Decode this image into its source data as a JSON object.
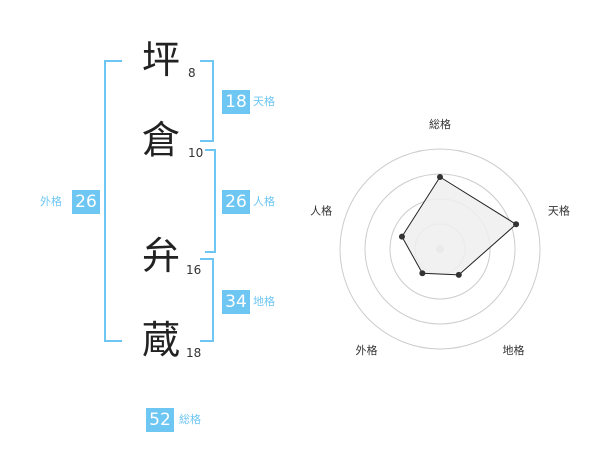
{
  "name": {
    "chars": [
      {
        "char": "坪",
        "strokes": "8"
      },
      {
        "char": "倉",
        "strokes": "10"
      },
      {
        "char": "弁",
        "strokes": "16"
      },
      {
        "char": "蔵",
        "strokes": "18"
      }
    ]
  },
  "fortunes": {
    "tenkaku": {
      "value": "18",
      "label": "天格"
    },
    "jinkaku": {
      "value": "26",
      "label": "人格"
    },
    "chikaku": {
      "value": "34",
      "label": "地格"
    },
    "gaikaku": {
      "value": "26",
      "label": "外格"
    },
    "soukaku": {
      "value": "52",
      "label": "総格"
    }
  },
  "chart_data": {
    "type": "radar",
    "axes": [
      "総格",
      "天格",
      "地格",
      "外格",
      "人格"
    ],
    "values": [
      0.72,
      0.8,
      0.32,
      0.3,
      0.4
    ],
    "max": 1,
    "rings": 4,
    "colors": {
      "fill": "#eeeeee",
      "stroke": "#222222",
      "grid": "#cccccc",
      "center": "#cccccc"
    }
  }
}
